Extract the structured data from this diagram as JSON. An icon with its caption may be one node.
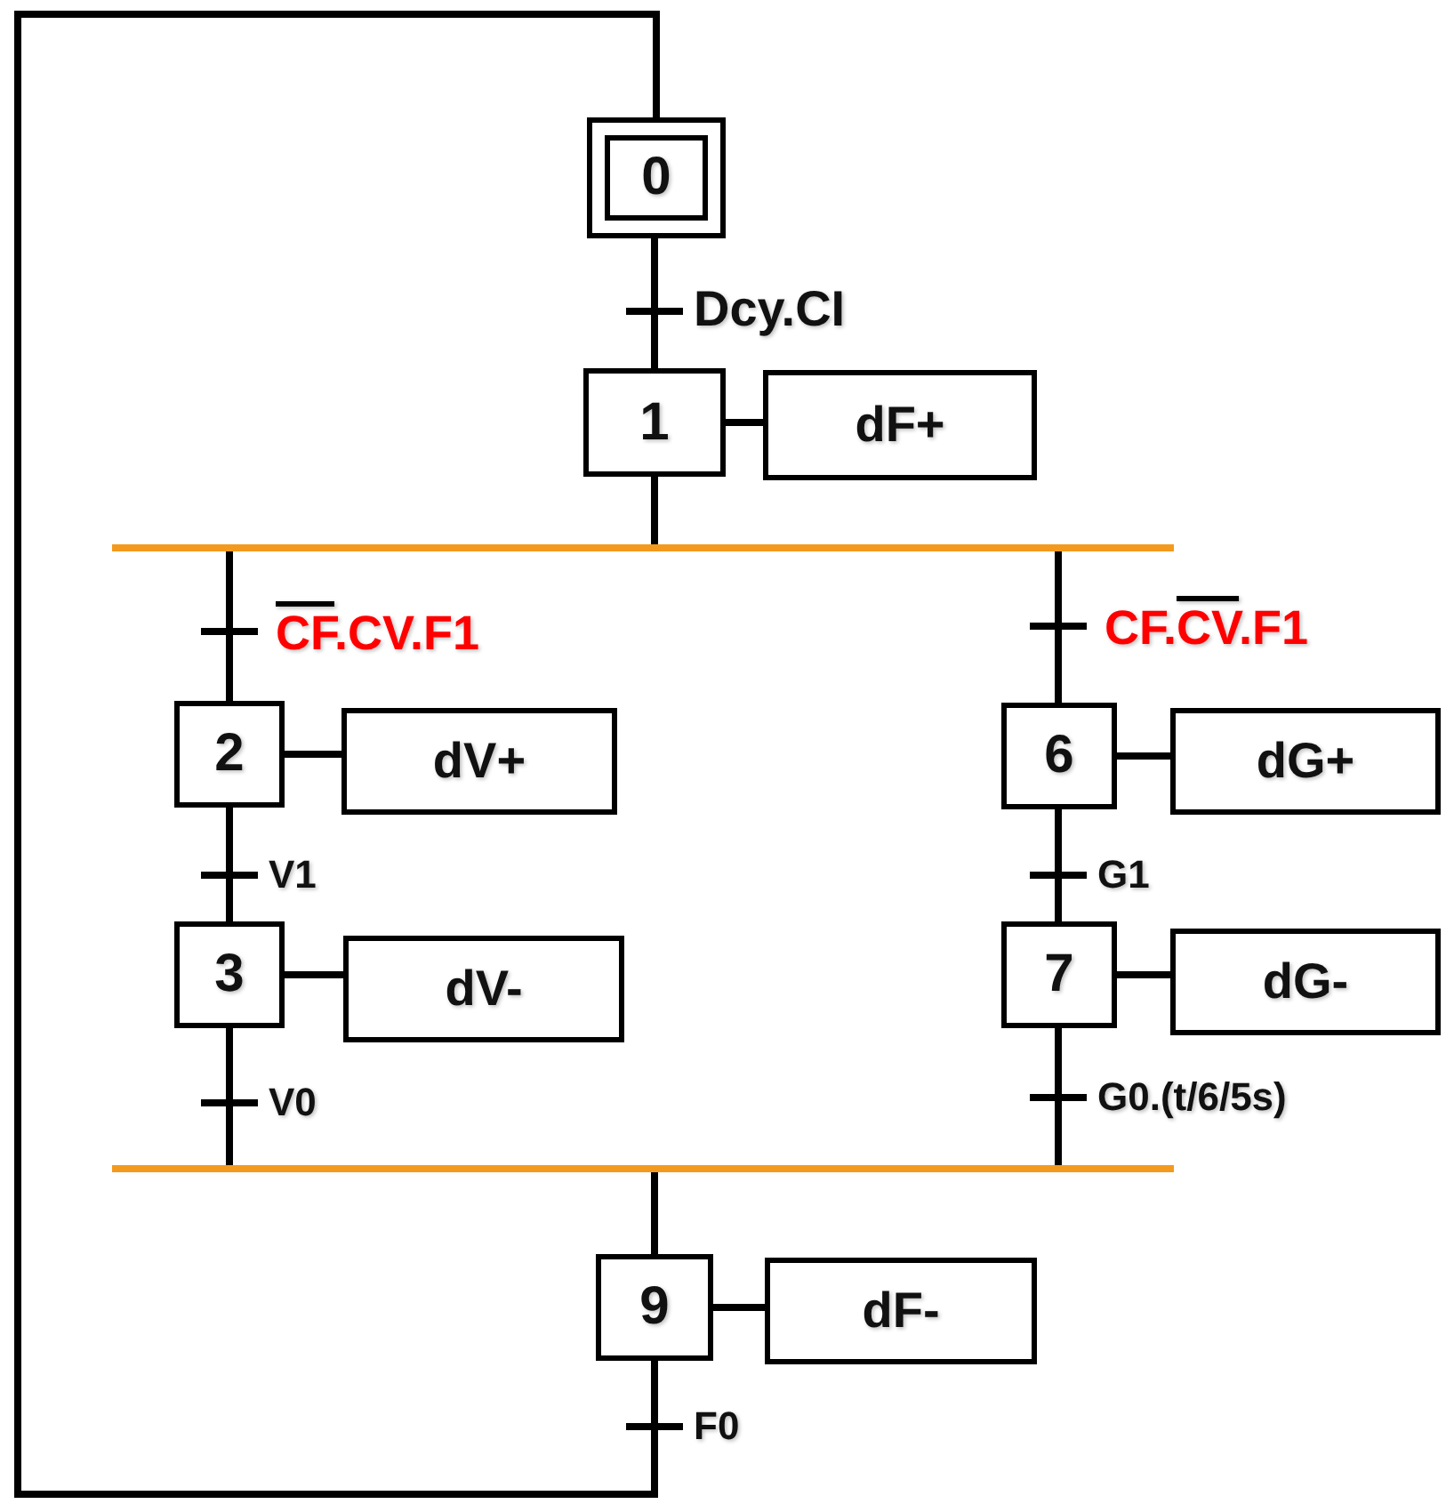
{
  "diagram": {
    "nodes": [
      {
        "text": [],
        "shape": "box"
      },
      {
        "text": [
          "0"
        ],
        "in": 0
      },
      {
        "text": [
          "1"
        ]
      },
      {
        "text": [
          "dF+"
        ]
      },
      {
        "text": [],
        "shape": "bar"
      },
      {
        "text": [
          "2"
        ]
      },
      {
        "text": [
          "dV+"
        ]
      },
      {
        "text": [
          "3"
        ]
      },
      {
        "text": [
          "dV-"
        ]
      },
      {
        "text": [
          "6"
        ]
      },
      {
        "text": [
          "dG+"
        ]
      },
      {
        "text": [
          "7"
        ]
      },
      {
        "text": [
          "dG-"
        ]
      },
      {
        "text": [],
        "shape": "bar"
      },
      {
        "text": [
          "9"
        ]
      },
      {
        "text": [
          "dF-"
        ]
      }
    ],
    "edges": [
      {
        "from": 0,
        "to": 2,
        "arrow": "none",
        "label": "Dcy.CI"
      },
      {
        "from": 2,
        "to": 3,
        "arrow": "none"
      },
      {
        "from": 2,
        "to": 4,
        "arrow": "none"
      },
      {
        "from": 4,
        "to": 5,
        "arrow": "none",
        "label": "CF.CV.F1"
      },
      {
        "from": 5,
        "to": 6,
        "arrow": "none"
      },
      {
        "from": 5,
        "to": 7,
        "arrow": "none",
        "label": "V1"
      },
      {
        "from": 7,
        "to": 8,
        "arrow": "none"
      },
      {
        "from": 7,
        "to": 13,
        "arrow": "none",
        "label": "V0"
      },
      {
        "from": 4,
        "to": 9,
        "arrow": "none",
        "label": "CF.CV.F1"
      },
      {
        "from": 9,
        "to": 10,
        "arrow": "none"
      },
      {
        "from": 9,
        "to": 11,
        "arrow": "none",
        "label": "G1"
      },
      {
        "from": 11,
        "to": 12,
        "arrow": "none"
      },
      {
        "from": 11,
        "to": 13,
        "arrow": "none",
        "label": "G0.(t/6/5s)"
      },
      {
        "from": 13,
        "to": 14,
        "arrow": "none"
      },
      {
        "from": 14,
        "to": 15,
        "arrow": "none"
      },
      {
        "from": 14,
        "to": 0,
        "arrow": "none",
        "label": "F0"
      }
    ]
  }
}
